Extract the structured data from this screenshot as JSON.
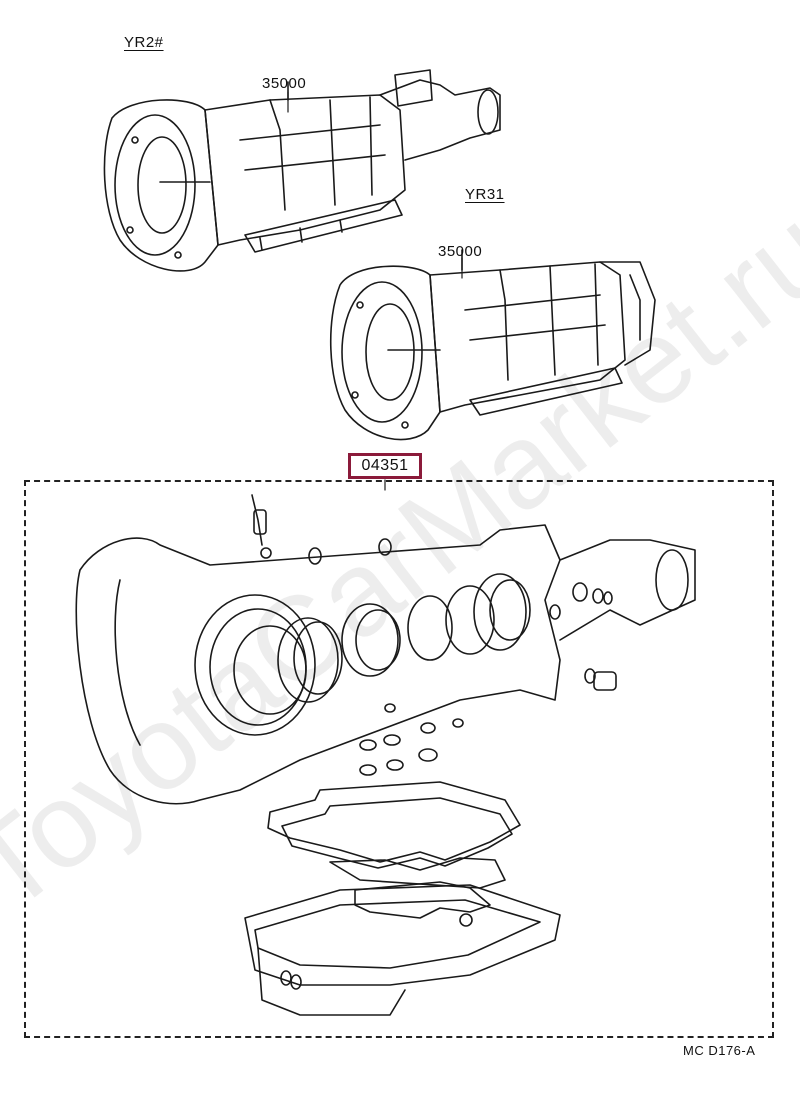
{
  "labels": {
    "model_a": "YR2#",
    "model_b": "YR31",
    "part_a": "35000",
    "part_b": "35000",
    "kit_part": "04351",
    "diagram_code": "MC D176-A"
  },
  "watermark": "ToyotaCarMarket.ru",
  "colors": {
    "highlight": "#8b1a3a",
    "line": "#1a1a1a"
  }
}
